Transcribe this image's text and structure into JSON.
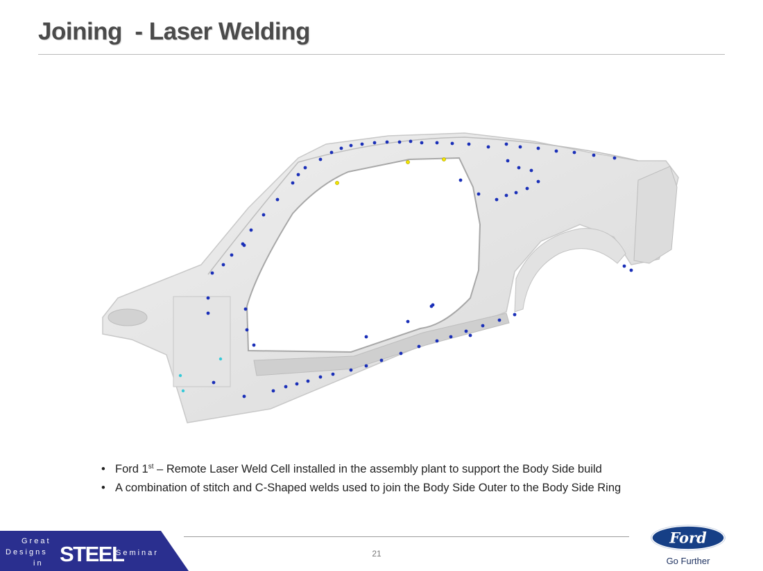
{
  "slide": {
    "title": "Joining  - Laser Welding",
    "page_number": "21"
  },
  "bullets": [
    {
      "before_sup": "Ford 1",
      "sup": "st",
      "after_sup": " – Remote Laser Weld Cell installed in the assembly plant to support the Body Side build"
    },
    {
      "text": "A combination of stitch and C-Shaped welds used to join the Body Side Outer to the Body Side Ring"
    }
  ],
  "footer": {
    "seminar_logo": {
      "great": "Great",
      "designs": "Designs",
      "in": "in",
      "steel": "STEEL",
      "seminar": "Seminar"
    },
    "ford_logo": {
      "wordmark": "Ford"
    },
    "tagline": "Go Further"
  },
  "colors": {
    "title": "#4a4a4a",
    "weld_dot": "#1a2fb8",
    "weld_highlight": "#f2e600",
    "logo_bar": "#2a2f8f",
    "ford_blue": "#163f86"
  },
  "icons": [
    "car-body-side-diagram",
    "great-designs-in-steel-logo",
    "ford-oval-logo"
  ]
}
